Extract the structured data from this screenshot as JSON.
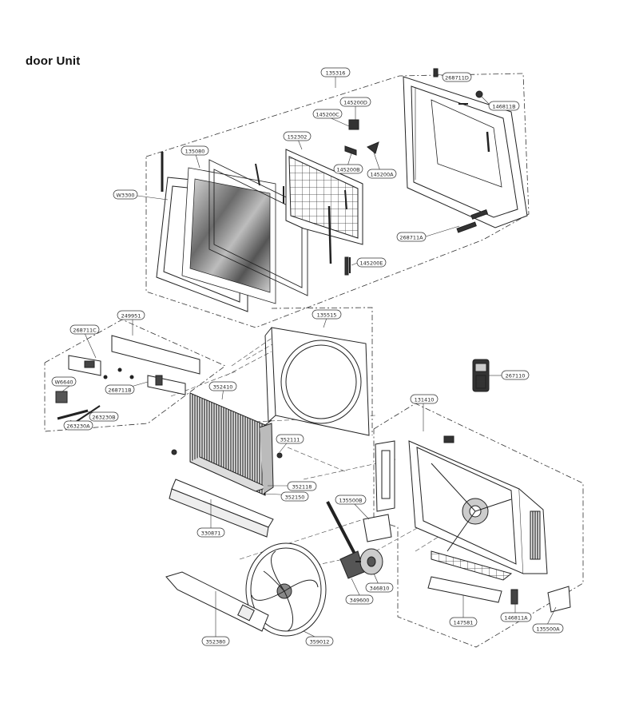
{
  "title": "door Unit",
  "labels": {
    "p135316": "135316",
    "p268711d": "268711D",
    "p145200d": "145200D",
    "p145200c": "145200C",
    "p146811b": "146811B",
    "p135080": "135080",
    "p152302": "152302",
    "p145200b": "145200B",
    "p145200a": "145200A",
    "pw3300": "W3300",
    "p268711a": "268711A",
    "p145200e": "145200E",
    "p249951": "249951",
    "p268711c": "268711C",
    "p135515": "135515",
    "p267110": "267110",
    "pw6640": "W6640",
    "p268711b": "268711B",
    "p352410": "352410",
    "p131410": "131410",
    "p263230b": "263230B",
    "p263230a": "263230A",
    "p352111": "352111",
    "p352118": "352118",
    "p352150": "352150",
    "p135500b": "135500B",
    "p330871": "330871",
    "p346810": "346810",
    "p349600": "349600",
    "p147581": "147581",
    "p146811a": "146811A",
    "p135500a": "135500A",
    "p352380": "352380",
    "p359012": "359012"
  }
}
